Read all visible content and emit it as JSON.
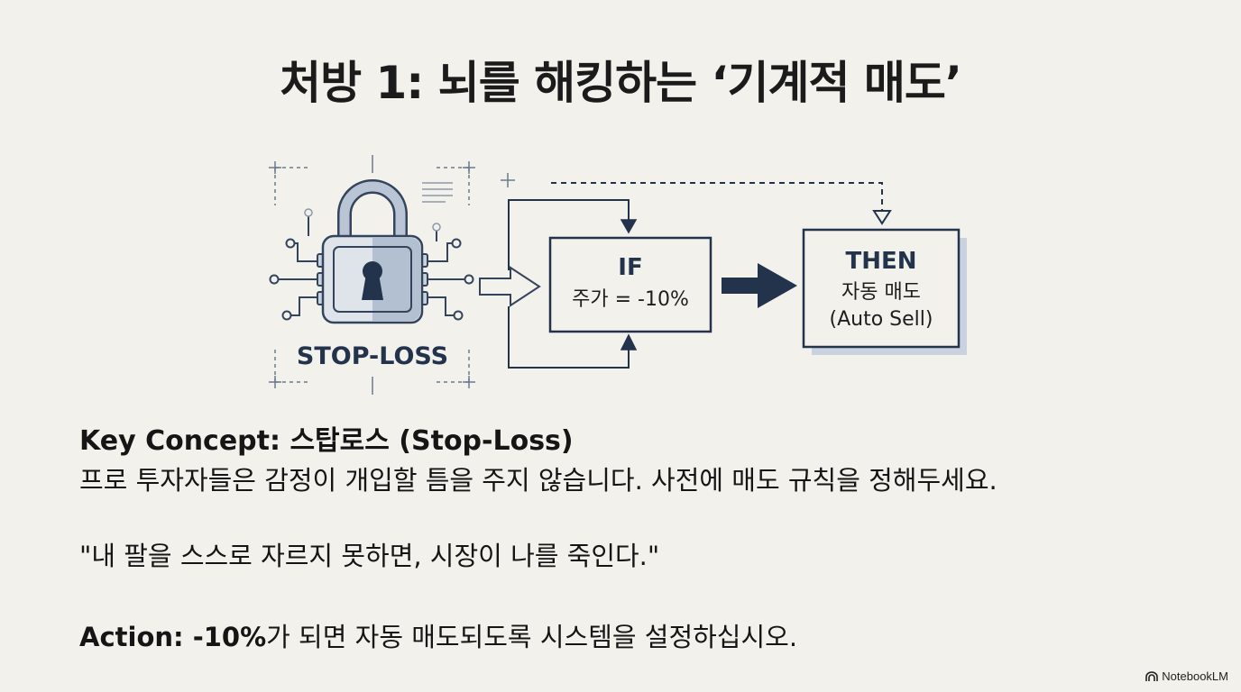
{
  "title": "처방 1: 뇌를 해킹하는 ‘기계적 매도’",
  "diagram": {
    "lock_label": "STOP-LOSS",
    "if_box": {
      "heading": "IF",
      "condition": "주가 = -10%"
    },
    "then_box": {
      "heading": "THEN",
      "line1": "자동 매도",
      "line2": "(Auto Sell)"
    }
  },
  "key_concept": "Key Concept: 스탑로스 (Stop-Loss)",
  "description": "프로 투자자들은 감정이 개입할 틈을 주지 않습니다. 사전에 매도 규칙을 정해두세요.",
  "quote": "\"내 팔을 스스로 자르지 못하면, 시장이 나를 죽인다.\"",
  "action": {
    "prefix": "Action: -10%",
    "rest": "가 되면 자동 매도되도록 시스템을 설정하십시오."
  },
  "brand": "NotebookLM",
  "colors": {
    "navy": "#23334b",
    "steel": "#a7b4c6",
    "background": "#f2f1ec"
  }
}
